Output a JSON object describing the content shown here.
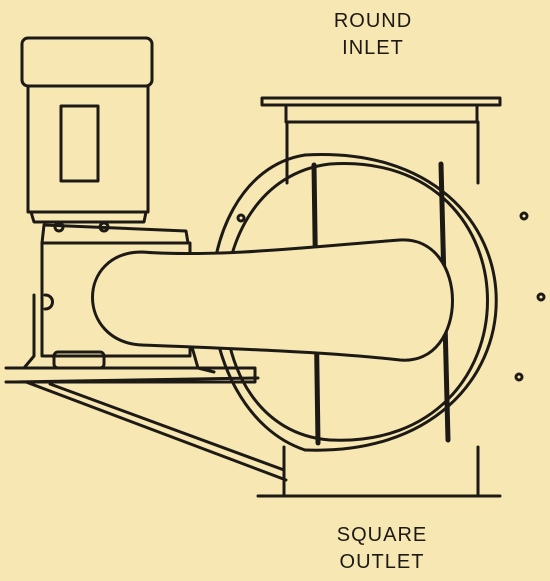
{
  "colors": {
    "background": "#f6e7b3",
    "ink": "#1d1a16"
  },
  "labels": {
    "inlet_line1": "ROUND",
    "inlet_line2": "INLET",
    "outlet_line1": "SQUARE",
    "outlet_line2": "OUTLET"
  }
}
